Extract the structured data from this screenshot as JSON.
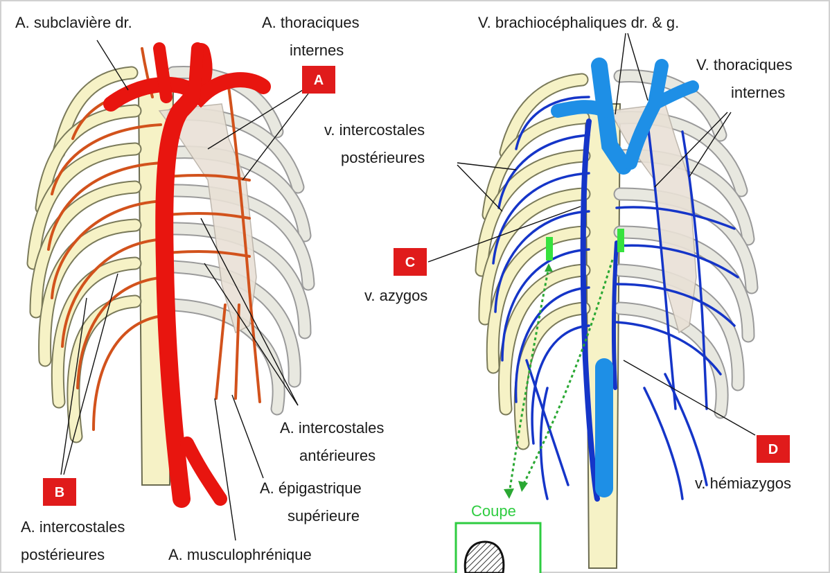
{
  "labels": {
    "subclaviere": "A. subclavière dr.",
    "thoraciques_int_1": "A. thoraciques",
    "thoraciques_int_2": "internes",
    "intercostales_post_1": "A. intercostales",
    "intercostales_post_2": "postérieures",
    "musculophrenique": "A. musculophrénique",
    "epigastrique_1": "A. épigastrique",
    "epigastrique_2": "supérieure",
    "intercostales_ant_1": "A. intercostales",
    "intercostales_ant_2": "antérieures",
    "brachio": "V. brachiocéphaliques dr. & g.",
    "v_thor_int_1": "V. thoraciques",
    "v_thor_int_2": "internes",
    "v_intercost_post_1": "v. intercostales",
    "v_intercost_post_2": "postérieures",
    "azygos": "v. azygos",
    "hemiazygos": "v. hémiazygos",
    "coupe": "Coupe"
  },
  "tags": {
    "a": "A",
    "b": "B",
    "c": "C",
    "d": "D"
  },
  "colors": {
    "artery": "#e8150f",
    "artery_branch": "#d2521c",
    "vein_large": "#1e8fe6",
    "vein_small": "#1535c8",
    "bone": "#f6f2c6",
    "sternum": "#e9e1d6",
    "tag_bg": "#e01b1b",
    "coupe_green": "#2ecc40"
  }
}
